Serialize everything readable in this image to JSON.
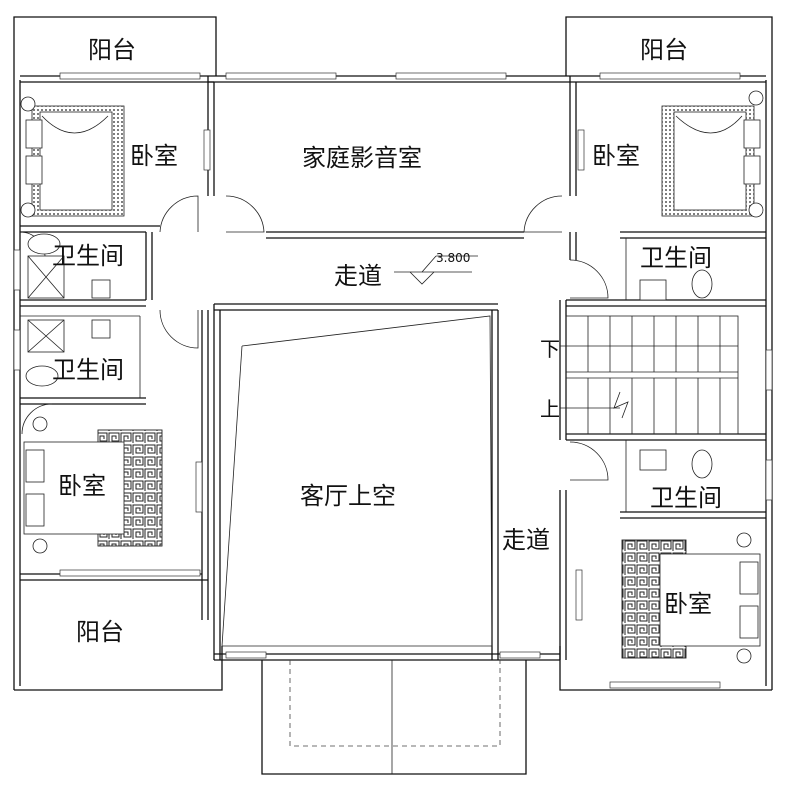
{
  "rooms": {
    "balcony_top_left": "阳台",
    "balcony_top_right": "阳台",
    "balcony_bottom_left": "阳台",
    "bedroom_top_left": "卧室",
    "bedroom_top_right": "卧室",
    "bedroom_mid_left": "卧室",
    "bedroom_bottom_right": "卧室",
    "media_room": "家庭影音室",
    "bath_left_upper": "卫生间",
    "bath_left_lower": "卫生间",
    "bath_right_upper": "卫生间",
    "bath_right_lower": "卫生间",
    "corridor_top": "走道",
    "corridor_right": "走道",
    "living_void": "客厅上空"
  },
  "stair": {
    "down_label": "下",
    "up_label": "上"
  },
  "elevation_mark": "3.800"
}
